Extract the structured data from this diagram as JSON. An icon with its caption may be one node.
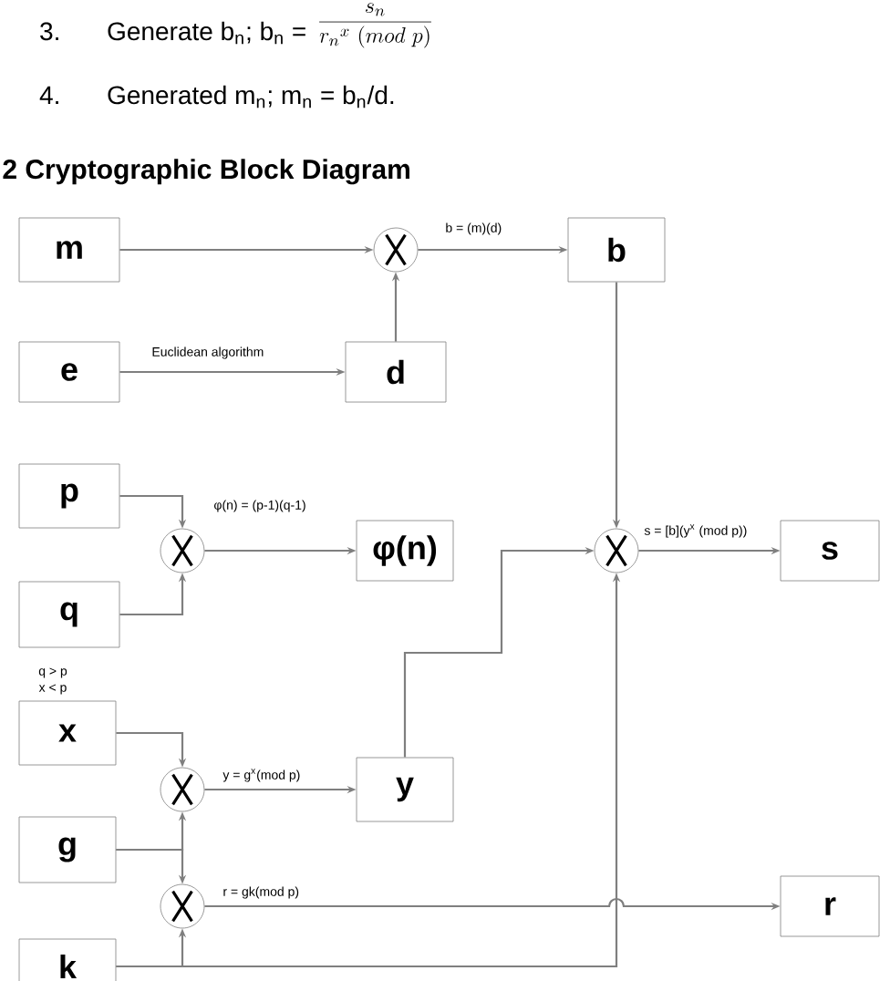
{
  "diagram": {
    "title": "2 Cryptographic Block Diagram",
    "nodes": [
      {
        "text": [
          "m"
        ]
      },
      {
        "text": [],
        "shape": "circle"
      },
      {
        "text": [
          "b"
        ]
      },
      {
        "text": [
          "e"
        ]
      },
      {
        "text": [
          "d"
        ]
      },
      {
        "text": [
          "p"
        ]
      },
      {
        "text": [],
        "shape": "circle"
      },
      {
        "text": [
          "φ(n)"
        ]
      },
      {
        "text": [],
        "shape": "circle"
      },
      {
        "text": [
          "s"
        ]
      },
      {
        "text": [
          "q"
        ]
      },
      {
        "text": [
          "x"
        ],
        "beside": [
          "q > p",
          "x < p"
        ]
      },
      {
        "text": [],
        "shape": "circle"
      },
      {
        "text": [
          "y"
        ]
      },
      {
        "text": [
          "g"
        ]
      },
      {
        "text": [],
        "shape": "circle"
      },
      {
        "text": [
          "r"
        ]
      },
      {
        "text": [
          "k"
        ]
      }
    ],
    "edges": [
      {
        "from": 0,
        "to": 1,
        "arrow": "to"
      },
      {
        "from": 1,
        "to": 2,
        "arrow": "to",
        "label": "b = (m)(d)"
      },
      {
        "from": 3,
        "to": 4,
        "arrow": "to",
        "label": "Euclidean algorithm"
      },
      {
        "from": 4,
        "to": 1,
        "arrow": "to"
      },
      {
        "from": 5,
        "to": 6,
        "arrow": "to"
      },
      {
        "from": 10,
        "to": 6,
        "arrow": "to"
      },
      {
        "from": 6,
        "to": 7,
        "arrow": "to",
        "label": "φ(n) = (p-1)(q-1)"
      },
      {
        "from": 2,
        "to": 8,
        "arrow": "to"
      },
      {
        "from": 13,
        "to": 8,
        "arrow": "to"
      },
      {
        "from": 17,
        "to": 8,
        "arrow": "to"
      },
      {
        "from": 8,
        "to": 9,
        "arrow": "to",
        "label": "s = [b](y$^{x}$ (mod p))"
      },
      {
        "from": 11,
        "to": 12,
        "arrow": "to"
      },
      {
        "from": 14,
        "to": 12,
        "arrow": "to"
      },
      {
        "from": 12,
        "to": 13,
        "arrow": "to",
        "label": "y = g$^{x}$(mod p)"
      },
      {
        "from": 14,
        "to": 15,
        "arrow": "to"
      },
      {
        "from": 17,
        "to": 15,
        "arrow": "to"
      },
      {
        "from": 15,
        "to": 16,
        "arrow": "to",
        "label": "r = gk(mod p)"
      }
    ],
    "labels": [
      "3.",
      "Generate b$_{n}$; b$_{n}$ =",
      "\\frac{s_n}{{r_n}^{x}\\ (mod\\ p)}",
      "4.",
      "Generated m$_{n}$; m$_{n}$ = b$_{n}$/d."
    ]
  }
}
